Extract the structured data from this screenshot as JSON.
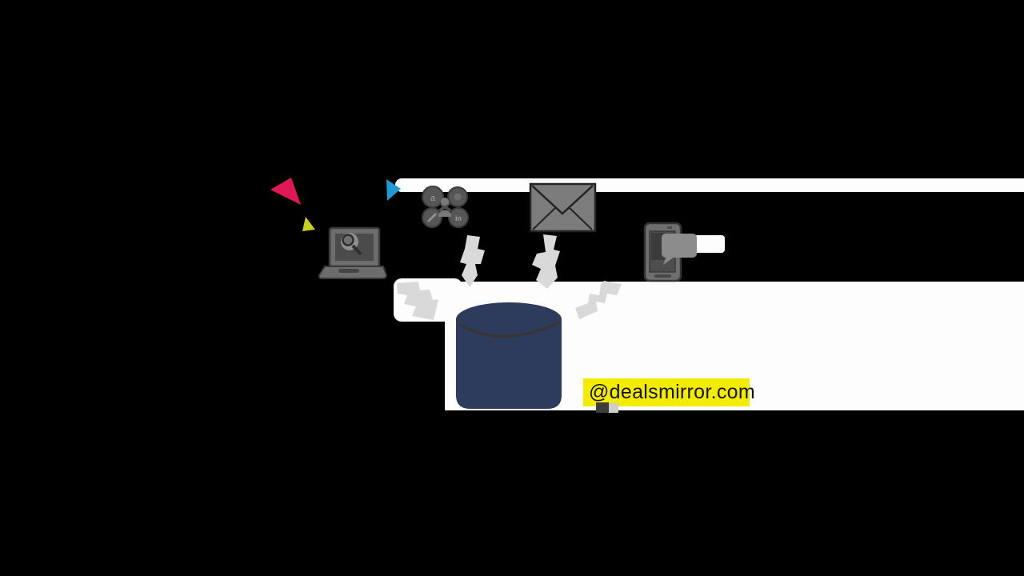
{
  "scene": {
    "description": "Whiteboard animation frame: laptop search, social network, email and smartphone icons with hand-drawn arrows feeding data into a database cylinder",
    "background_color": "#000000",
    "paper_color": "#fdfdfd"
  },
  "watermark": {
    "text": "@dealsmirror.com",
    "background": "#f3ec00",
    "text_color": "#141414"
  },
  "icons": {
    "laptop_search": "laptop with magnifying glass on screen",
    "social_network": {
      "description": "four linked circular nodes around a person",
      "glyph_tl": "a",
      "glyph_br": "in"
    },
    "email": "closed envelope",
    "smartphone": "phone with message bubble",
    "database": "navy data cylinder"
  },
  "colors": {
    "paper": "#fdfdfd",
    "arrow": "#d9d9d9",
    "database_body": "#2d3b5d",
    "database_rim_line": "#3e3424",
    "laptop_body": "#6d6d6d",
    "laptop_screen": "#4b4b4b",
    "laptop_outline": "#3a3a3a",
    "magnifier": "#9b9b9b",
    "network_node": "#565656",
    "network_outline": "#3a3a3a",
    "network_link": "#4f4f4f",
    "network_person": "#7a7a7a",
    "glyph": "#9e9e9e",
    "envelope_fill": "#7c7c7c",
    "envelope_outline": "#232323",
    "phone_body": "#6f6f6f",
    "phone_screen": "#4e4e4e",
    "phone_outline": "#333333",
    "bubble": "#8c8c8c",
    "confetti_pink": "#e01856",
    "confetti_yellow": "#c9d01f",
    "confetti_cyan": "#1d9bd5",
    "pen_dark": "#3d3d3d",
    "pen_light": "#cdcdcd"
  }
}
